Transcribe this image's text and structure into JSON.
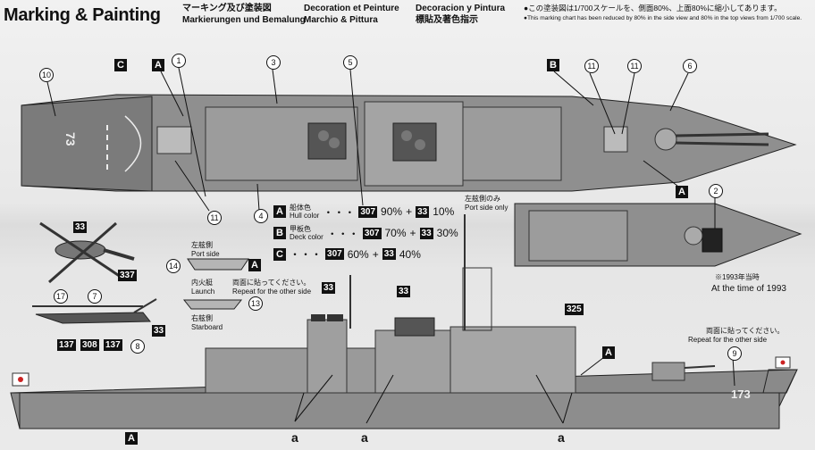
{
  "header": {
    "title": "Marking & Painting",
    "jp_title": "マーキング及び塗装図",
    "de_title": "Markierungen und Bemalung",
    "fr_title": "Decoration et Peinture",
    "it_title": "Marchio & Pittura",
    "es_title": "Decoracion y Pintura",
    "cn_title": "標貼及著色指示",
    "scale_note_jp": "●この塗装図は1/700スケールを、側面80%、上面80%に縮小してあります。",
    "scale_note_en": "●This marking chart has been reduced by 80% in the side view and 80% in the top views from 1/700 scale."
  },
  "colors": {
    "A": {
      "letter": "A",
      "jp": "船体色",
      "en": "Hull color",
      "code1": "307",
      "pct1": "90%",
      "code2": "33",
      "pct2": "10%"
    },
    "B": {
      "letter": "B",
      "jp": "甲板色",
      "en": "Deck color",
      "code1": "307",
      "pct1": "70%",
      "code2": "33",
      "pct2": "30%"
    },
    "C": {
      "letter": "C",
      "code1": "307",
      "pct1": "60%",
      "code2": "33",
      "pct2": "40%"
    },
    "dots": "・・・",
    "plus": "+"
  },
  "top_view_labels": {
    "c": "C",
    "a": "A",
    "b": "B",
    "n1": "1",
    "n3": "3",
    "n4": "4",
    "n5": "5",
    "n6": "6",
    "n10": "10",
    "n11": "11",
    "hull_number": "73"
  },
  "inset": {
    "title_jp": "左舷側のみ",
    "title_en": "Port side only",
    "n2": "2",
    "caption_jp": "※1993年当時",
    "caption_en": "At the time of 1993"
  },
  "boat": {
    "port_jp": "左舷側",
    "port_en": "Port side",
    "launch_jp": "内火艇",
    "launch_en": "Launch",
    "repeat_jp": "両面に貼ってください。",
    "repeat_en": "Repeat for the other side",
    "star_jp": "右舷側",
    "star_en": "Starboard",
    "n14": "14",
    "n13": "13",
    "a": "A"
  },
  "helicopter": {
    "top_code": "33",
    "top_code2": "337",
    "n17": "17",
    "n7": "7",
    "n8": "8",
    "c137a": "137",
    "c308": "308",
    "c137b": "137",
    "side_code": "33"
  },
  "side_view": {
    "c33a": "33",
    "c33b": "33",
    "c325": "325",
    "a_hull": "A",
    "a_upper": "A",
    "a_bottom": "A",
    "marker": "a",
    "n9": "9",
    "repeat_jp": "両面に貼ってください。",
    "repeat_en": "Repeat for the other side",
    "hull_number": "173"
  }
}
